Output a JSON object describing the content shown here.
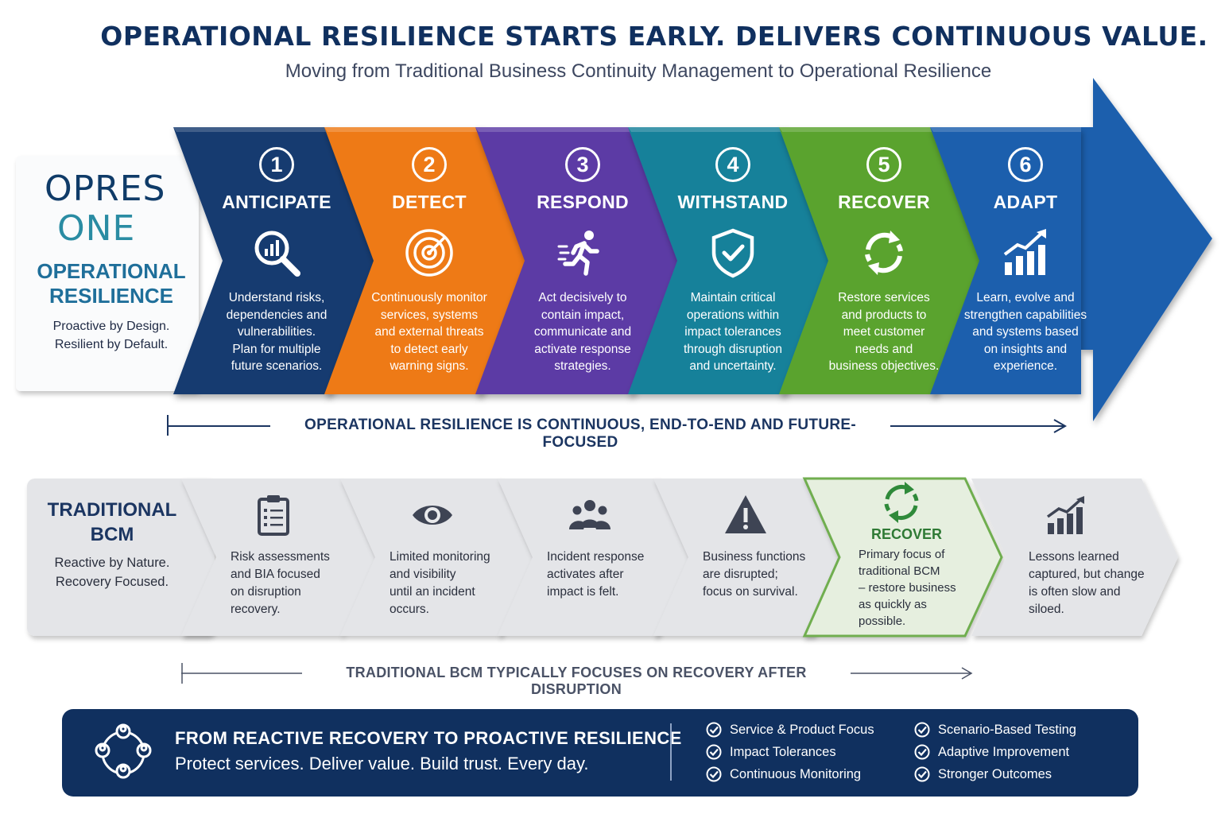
{
  "header": {
    "title": "OPERATIONAL RESILIENCE STARTS EARLY. DELIVERS CONTINUOUS VALUE.",
    "subtitle": "Moving from Traditional Business Continuity Management to Operational Resilience"
  },
  "brand": {
    "logo_line1": "OPRES",
    "logo_line2": "ONE",
    "title": "OPERATIONAL RESILIENCE",
    "tagline_1": "Proactive by Design.",
    "tagline_2": "Resilient by Default."
  },
  "steps": [
    {
      "num": "1",
      "name": "ANTICIPATE",
      "icon": "magnifier-chart-icon",
      "color": "#173a70",
      "desc": [
        "Understand risks,",
        "dependencies and",
        "vulnerabilities.",
        "Plan for multiple",
        "future scenarios."
      ]
    },
    {
      "num": "2",
      "name": "DETECT",
      "icon": "radar-target-icon",
      "color": "#ee7a12",
      "desc": [
        "Continuously monitor",
        "services, systems",
        "and external threats",
        "to detect early",
        "warning signs."
      ]
    },
    {
      "num": "3",
      "name": "RESPOND",
      "icon": "running-person-icon",
      "color": "#5c3aa5",
      "desc": [
        "Act decisively to",
        "contain impact,",
        "communicate and",
        "activate response",
        "strategies."
      ]
    },
    {
      "num": "4",
      "name": "WITHSTAND",
      "icon": "shield-check-icon",
      "color": "#17819a",
      "desc": [
        "Maintain critical",
        "operations within",
        "impact tolerances",
        "through disruption",
        "and uncertainty."
      ]
    },
    {
      "num": "5",
      "name": "RECOVER",
      "icon": "circular-arrows-icon",
      "color": "#5aa32f",
      "desc": [
        "Restore services",
        "and products to",
        "meet customer",
        "needs and",
        "business objectives."
      ]
    },
    {
      "num": "6",
      "name": "ADAPT",
      "icon": "growth-chart-icon",
      "color": "#1f5fad",
      "desc": [
        "Learn, evolve and",
        "strengthen capabilities",
        "and systems based",
        "on insights and",
        "experience."
      ]
    }
  ],
  "continuous_label": "OPERATIONAL RESILIENCE IS CONTINUOUS, END-TO-END AND FUTURE-FOCUSED",
  "traditional": {
    "title_1": "TRADITIONAL",
    "title_2": "BCM",
    "tagline_1": "Reactive by Nature.",
    "tagline_2": "Recovery Focused.",
    "steps": [
      {
        "icon": "clipboard-icon",
        "desc": [
          "Risk assessments",
          "and BIA focused",
          "on disruption",
          "recovery."
        ]
      },
      {
        "icon": "eye-icon",
        "desc": [
          "Limited monitoring",
          "and visibility",
          "until an incident",
          "occurs."
        ]
      },
      {
        "icon": "people-group-icon",
        "desc": [
          "Incident response",
          "activates after",
          "impact is felt."
        ]
      },
      {
        "icon": "warning-icon",
        "desc": [
          "Business functions",
          "are disrupted;",
          "focus on survival."
        ]
      },
      {
        "icon": "recycle-arrows-icon",
        "name": "RECOVER",
        "desc": [
          "Primary focus of",
          "traditional BCM",
          "– restore business",
          "as quickly as",
          "possible."
        ]
      },
      {
        "icon": "bar-growth-icon",
        "desc": [
          "Lessons learned",
          "captured, but change",
          "is often slow and",
          "siloed."
        ]
      }
    ],
    "label": "TRADITIONAL BCM TYPICALLY FOCUSES ON RECOVERY AFTER DISRUPTION"
  },
  "banner": {
    "title": "FROM REACTIVE RECOVERY TO PROACTIVE RESILIENCE",
    "subtitle": "Protect services. Deliver value. Build trust. Every day.",
    "checks": [
      "Service & Product Focus",
      "Impact Tolerances",
      "Continuous Monitoring",
      "Scenario-Based Testing",
      "Adaptive Improvement",
      "Stronger Outcomes"
    ]
  }
}
